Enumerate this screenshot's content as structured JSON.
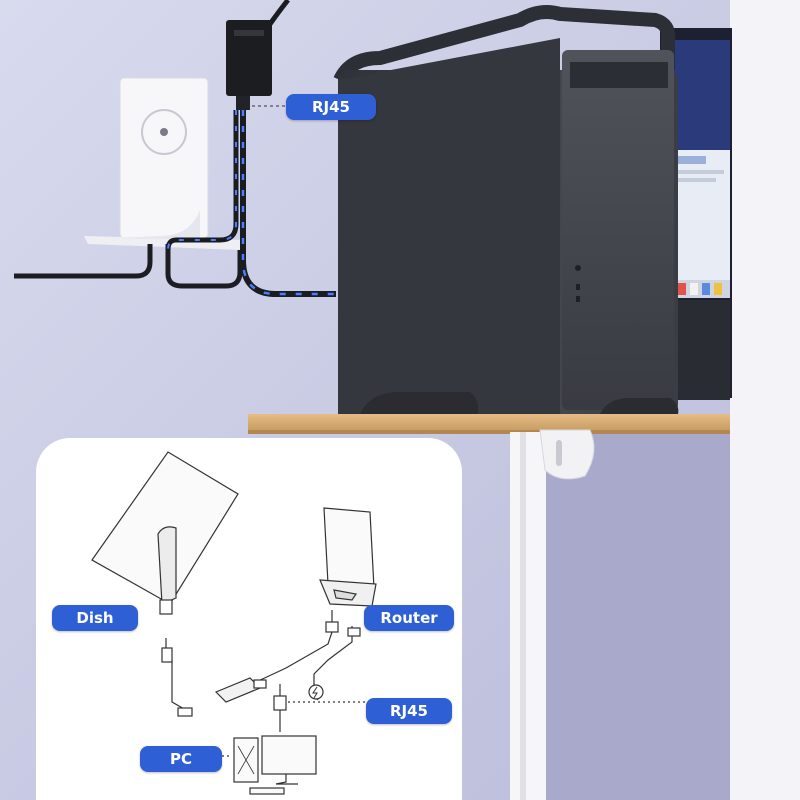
{
  "labels": {
    "rj45_top": "RJ45",
    "dish": "Dish",
    "router": "Router",
    "rj45_diagram": "RJ45",
    "pc": "PC"
  },
  "colors": {
    "pill_blue": "#2f5fd4",
    "wall": "#c9cbe4",
    "case_dark": "#3b3e45",
    "desk_wood": "#d9b078",
    "cable_led": "#4a7dff"
  }
}
